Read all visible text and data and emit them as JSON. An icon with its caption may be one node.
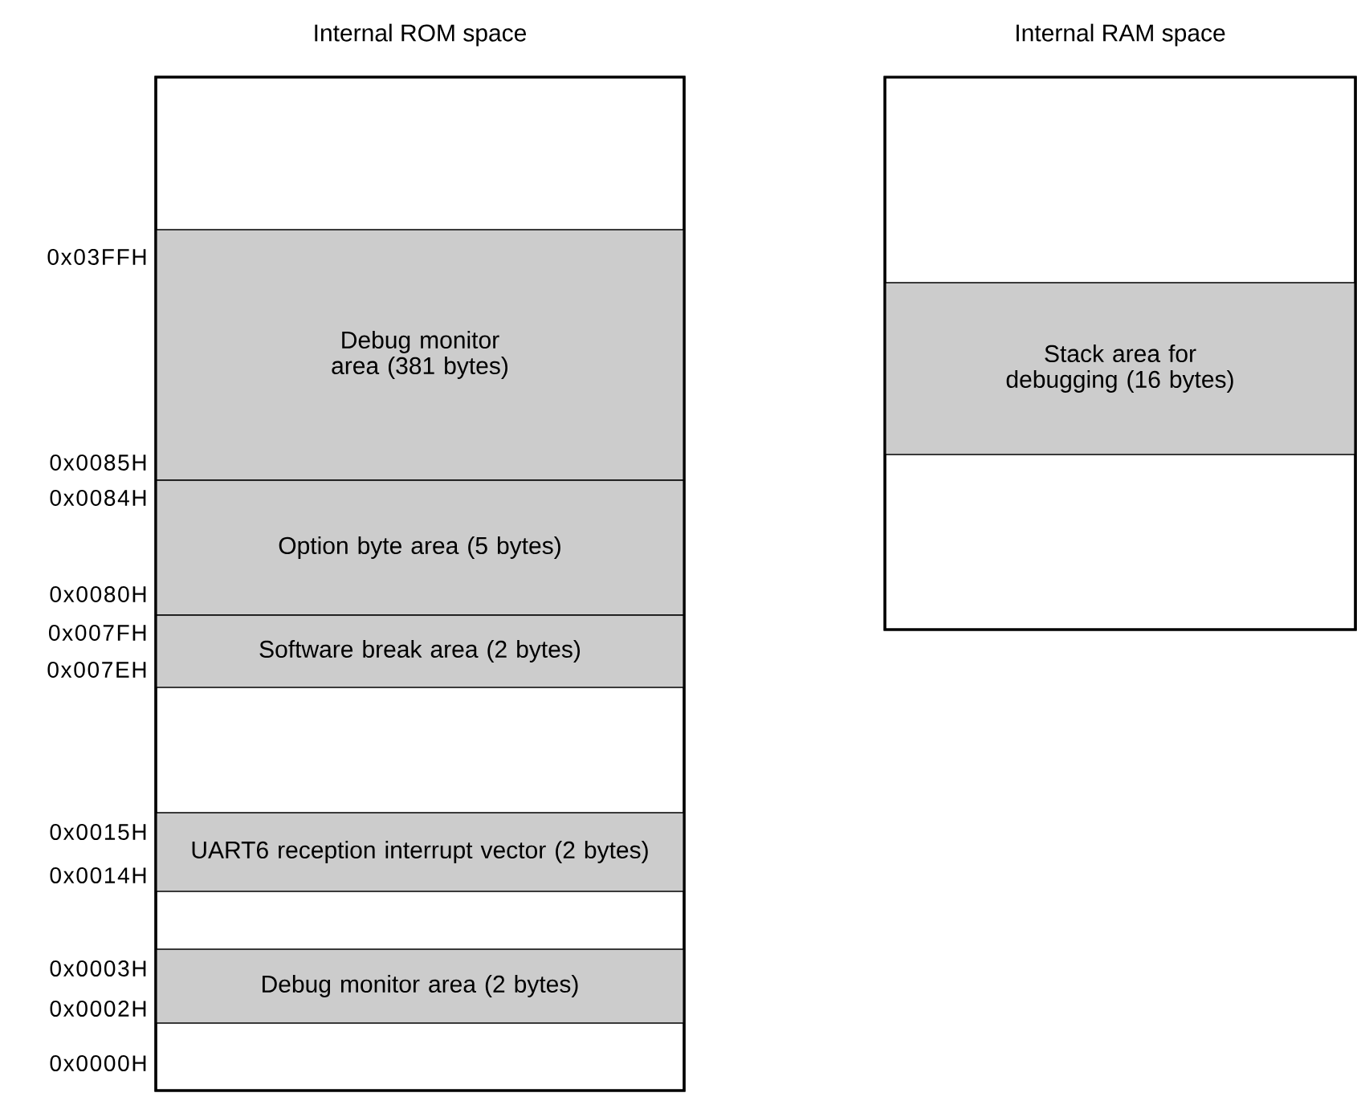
{
  "diagram": {
    "nodes": [
      {
        "text": [
          "Internal ROM space"
        ]
      },
      {
        "text": [
          "Debug monitor area (381 bytes)"
        ],
        "in": 0
      },
      {
        "text": [
          "Option byte area (5 bytes)"
        ],
        "in": 0
      },
      {
        "text": [
          "Software break area (2 bytes)"
        ],
        "in": 0
      },
      {
        "text": [
          "UART6 reception interrupt vector (2 bytes)"
        ],
        "in": 0
      },
      {
        "text": [
          "Debug monitor area (2 bytes)"
        ],
        "in": 0
      },
      {
        "text": [
          "Internal RAM space"
        ]
      },
      {
        "text": [
          "Stack area for debugging (16 bytes)"
        ],
        "in": 6
      }
    ],
    "labels": [
      "0x03FFH",
      "0x0085H",
      "0x0084H",
      "0x0080H",
      "0x007FH",
      "0x007EH",
      "0x0015H",
      "0x0014H",
      "0x0003H",
      "0x0002H",
      "0x0000H"
    ]
  }
}
